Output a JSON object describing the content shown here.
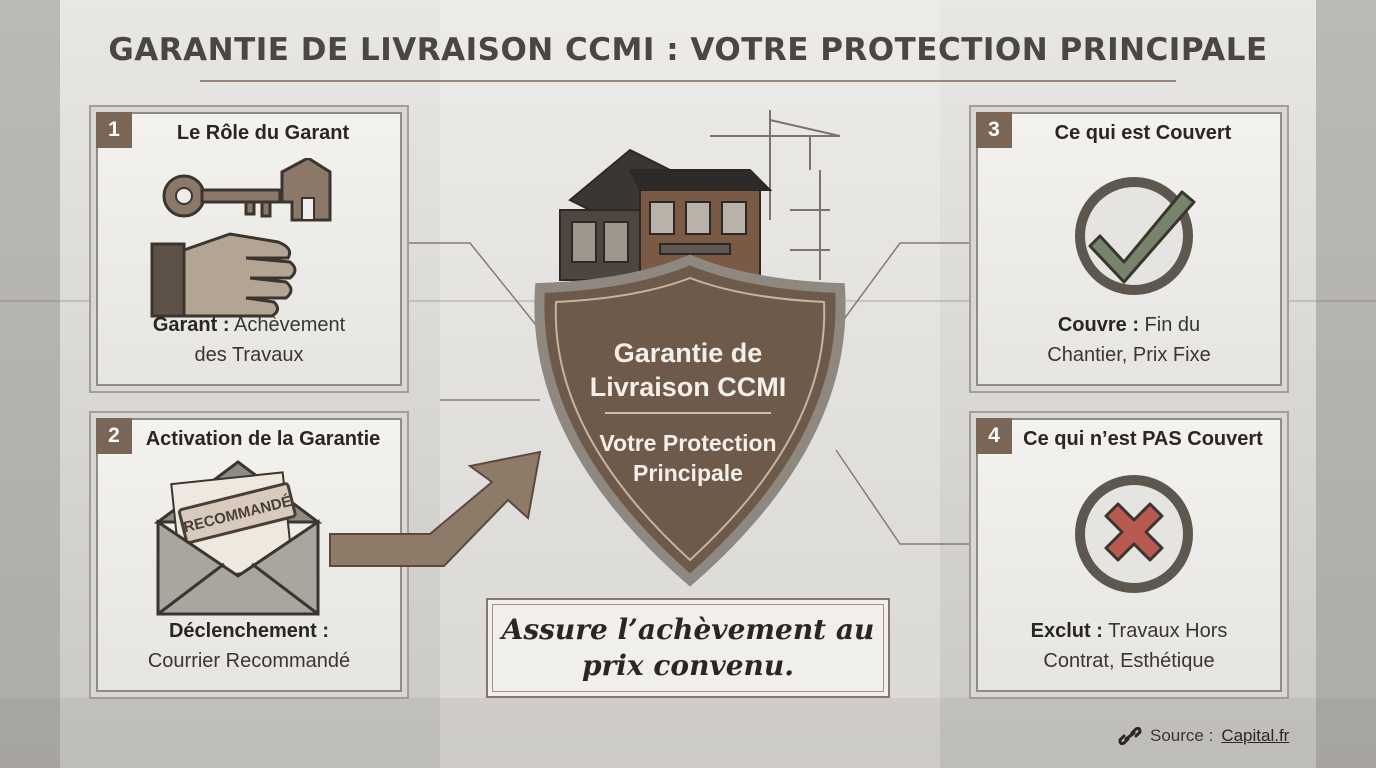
{
  "title": "GARANTIE DE LIVRAISON CCMI : VOTRE PROTECTION PRINCIPALE",
  "cards": [
    {
      "number": "1",
      "title": "Le Rôle du Garant",
      "desc_bold": "Garant :",
      "desc_rest": " Achèvement",
      "desc_line2": "des Travaux",
      "icon": "key-hand-icon"
    },
    {
      "number": "2",
      "title": "Activation de la Garantie",
      "desc_bold": "Déclenchement :",
      "desc_rest": "",
      "desc_line2": "Courrier Recommandé",
      "icon": "registered-letter-icon",
      "stamp": "RECOMMANDÉ"
    },
    {
      "number": "3",
      "title": "Ce qui est Couvert",
      "desc_bold": "Couvre :",
      "desc_rest": " Fin du",
      "desc_line2": "Chantier, Prix Fixe",
      "icon": "check-circle-icon"
    },
    {
      "number": "4",
      "title": "Ce qui n’est PAS Couvert",
      "desc_bold": "Exclut :",
      "desc_rest": " Travaux Hors",
      "desc_line2": "Contrat, Esthétique",
      "icon": "x-circle-icon"
    }
  ],
  "shield": {
    "title": "Garantie de Livraison CCMI",
    "subtitle": "Votre Protection Principale"
  },
  "motto": "Assure l’achèvement au prix convenu.",
  "source": {
    "label": "Source :",
    "link": "Capital.fr"
  },
  "colors": {
    "accent": "#7a6656",
    "shield": "#6e5a4b",
    "check": "#6f7d66",
    "cross": "#b5544a"
  }
}
